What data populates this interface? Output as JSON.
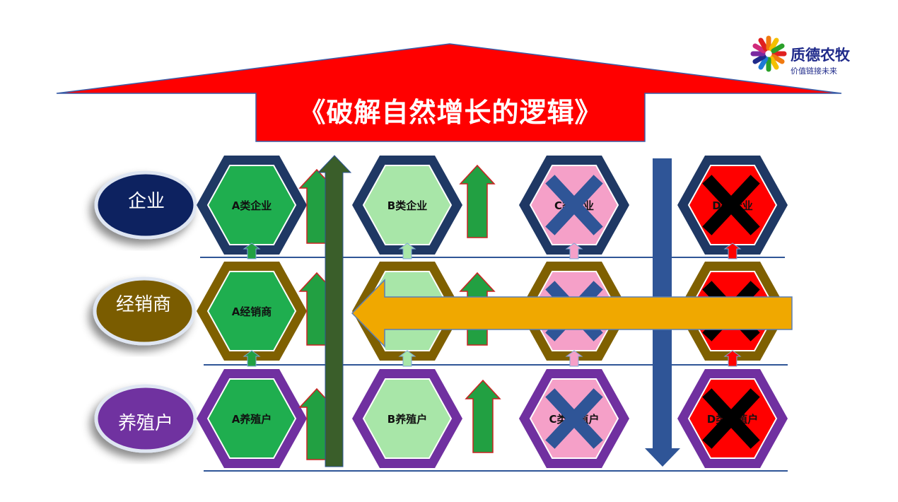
{
  "title": "《破解自然增长的逻辑》",
  "logo": {
    "name": "质德农牧",
    "slogan": "价值链接未来"
  },
  "rows": [
    {
      "label": "企业",
      "ellipse_color": "#0d2060"
    },
    {
      "label": "经销商",
      "ellipse_color": "#7a5c00"
    },
    {
      "label": "养殖户",
      "ellipse_color": "#7030a0"
    }
  ],
  "hexagons": [
    {
      "row": 0,
      "label": "A类企业",
      "fill": "#1fae4f",
      "crossed": false
    },
    {
      "row": 0,
      "label": "B类企业",
      "fill": "#a8e6a8",
      "crossed": false
    },
    {
      "row": 0,
      "label": "C类企业",
      "fill": "#f5a0c8",
      "crossed": true
    },
    {
      "row": 0,
      "label": "D类企业",
      "fill": "#ff0000",
      "crossed": true
    },
    {
      "row": 1,
      "label": "A经销商",
      "fill": "#1fae4f",
      "crossed": false
    },
    {
      "row": 1,
      "label": "",
      "fill": "#a8e6a8",
      "crossed": false
    },
    {
      "row": 1,
      "label": "",
      "fill": "#f5a0c8",
      "crossed": true
    },
    {
      "row": 1,
      "label": "",
      "fill": "#ff0000",
      "crossed": true
    },
    {
      "row": 2,
      "label": "A养殖户",
      "fill": "#1fae4f",
      "crossed": false
    },
    {
      "row": 2,
      "label": "B养殖户",
      "fill": "#a8e6a8",
      "crossed": false
    },
    {
      "row": 2,
      "label": "C类养殖户",
      "fill": "#f5a0c8",
      "crossed": true
    },
    {
      "row": 2,
      "label": "D类养殖户",
      "fill": "#ff0000",
      "crossed": true
    }
  ],
  "colors": {
    "title_banner": "#ff0000",
    "growth_arrow": "#22a042",
    "vertical_up_arrow": "#3a5e2a",
    "vertical_down_arrow": "#2f5597",
    "horizontal_arrow": "#f0a800",
    "cross": "#2f5597",
    "divider": "#2f5597"
  }
}
